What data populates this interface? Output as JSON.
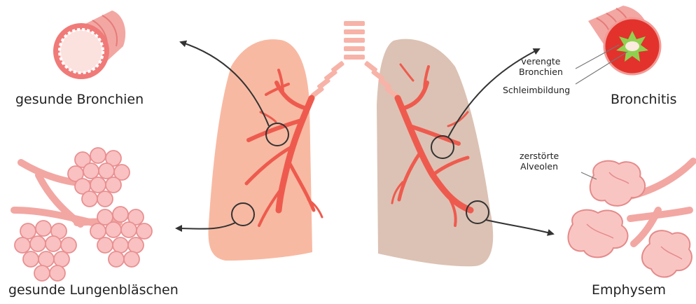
{
  "labels": {
    "healthy_bronchi": "gesunde Bronchien",
    "bronchitis": "Bronchitis",
    "healthy_alveoli": "gesunde Lungenbläschen",
    "emphysema": "Emphysem",
    "narrowed_bronchi": [
      "verengte",
      "Bronchien"
    ],
    "mucus": "Schleimbildung",
    "destroyed_alveoli": [
      "zerstörte",
      "Alveolen"
    ]
  },
  "colors": {
    "left_lung": "#f8b9a2",
    "right_lung": "#dcc2b4",
    "airway": "#ee5b4e",
    "airway_ring": "#f7b3a8",
    "healthy_bronchus_wall": "#f07a78",
    "bronchitis_wall": "#e3322c",
    "mucus_star": "#8fd14f",
    "alveoli_fill": "#f9c1c1",
    "alveoli_stroke": "#e98f91",
    "emphysema_fill": "#f9c5c3",
    "callout_circle": "#333333"
  }
}
